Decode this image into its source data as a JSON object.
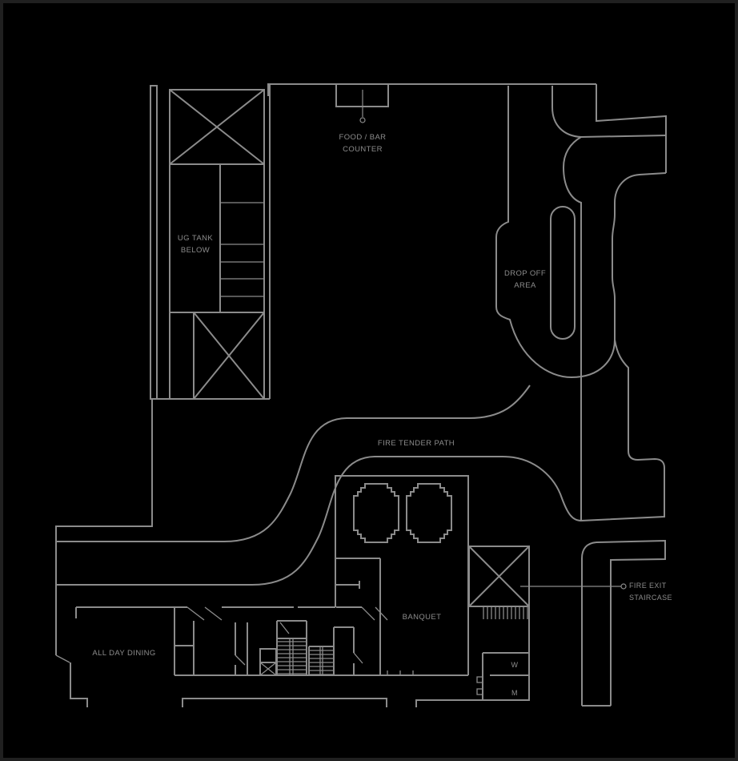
{
  "plan": {
    "type": "architectural-site-plan",
    "colors": {
      "background": "#000000",
      "line": "#8b8b8b",
      "text": "#8c8c8c",
      "border": "#202020"
    },
    "labels": {
      "food_bar": {
        "line1": "FOOD / BAR",
        "line2": "COUNTER"
      },
      "ug_tank": {
        "line1": "UG TANK",
        "line2": "BELOW"
      },
      "drop_off": {
        "line1": "DROP OFF",
        "line2": "AREA"
      },
      "fire_tender_path": "FIRE TENDER PATH",
      "banquet": "BANQUET",
      "all_day_dining": "ALL DAY DINING",
      "fire_exit": {
        "line1": "FIRE EXIT",
        "line2": "STAIRCASE"
      },
      "toilet_w": "W",
      "toilet_m": "M"
    }
  }
}
